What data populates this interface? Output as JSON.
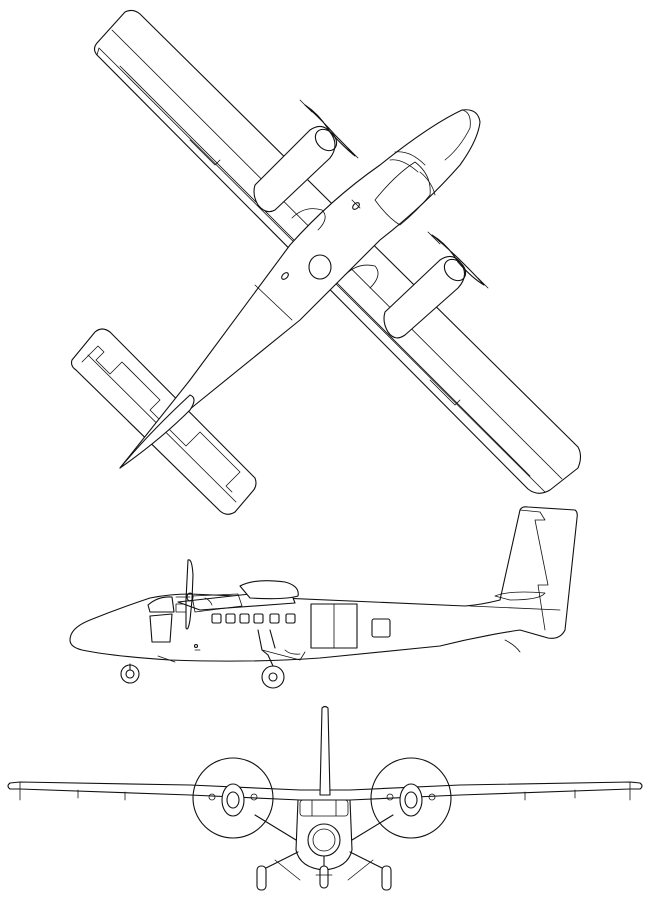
{
  "figure": {
    "subject": "twin-turboprop-aircraft-three-view",
    "views": [
      "top-view",
      "side-view",
      "front-view"
    ],
    "line_color": "#111111",
    "background_color": "#ffffff"
  }
}
